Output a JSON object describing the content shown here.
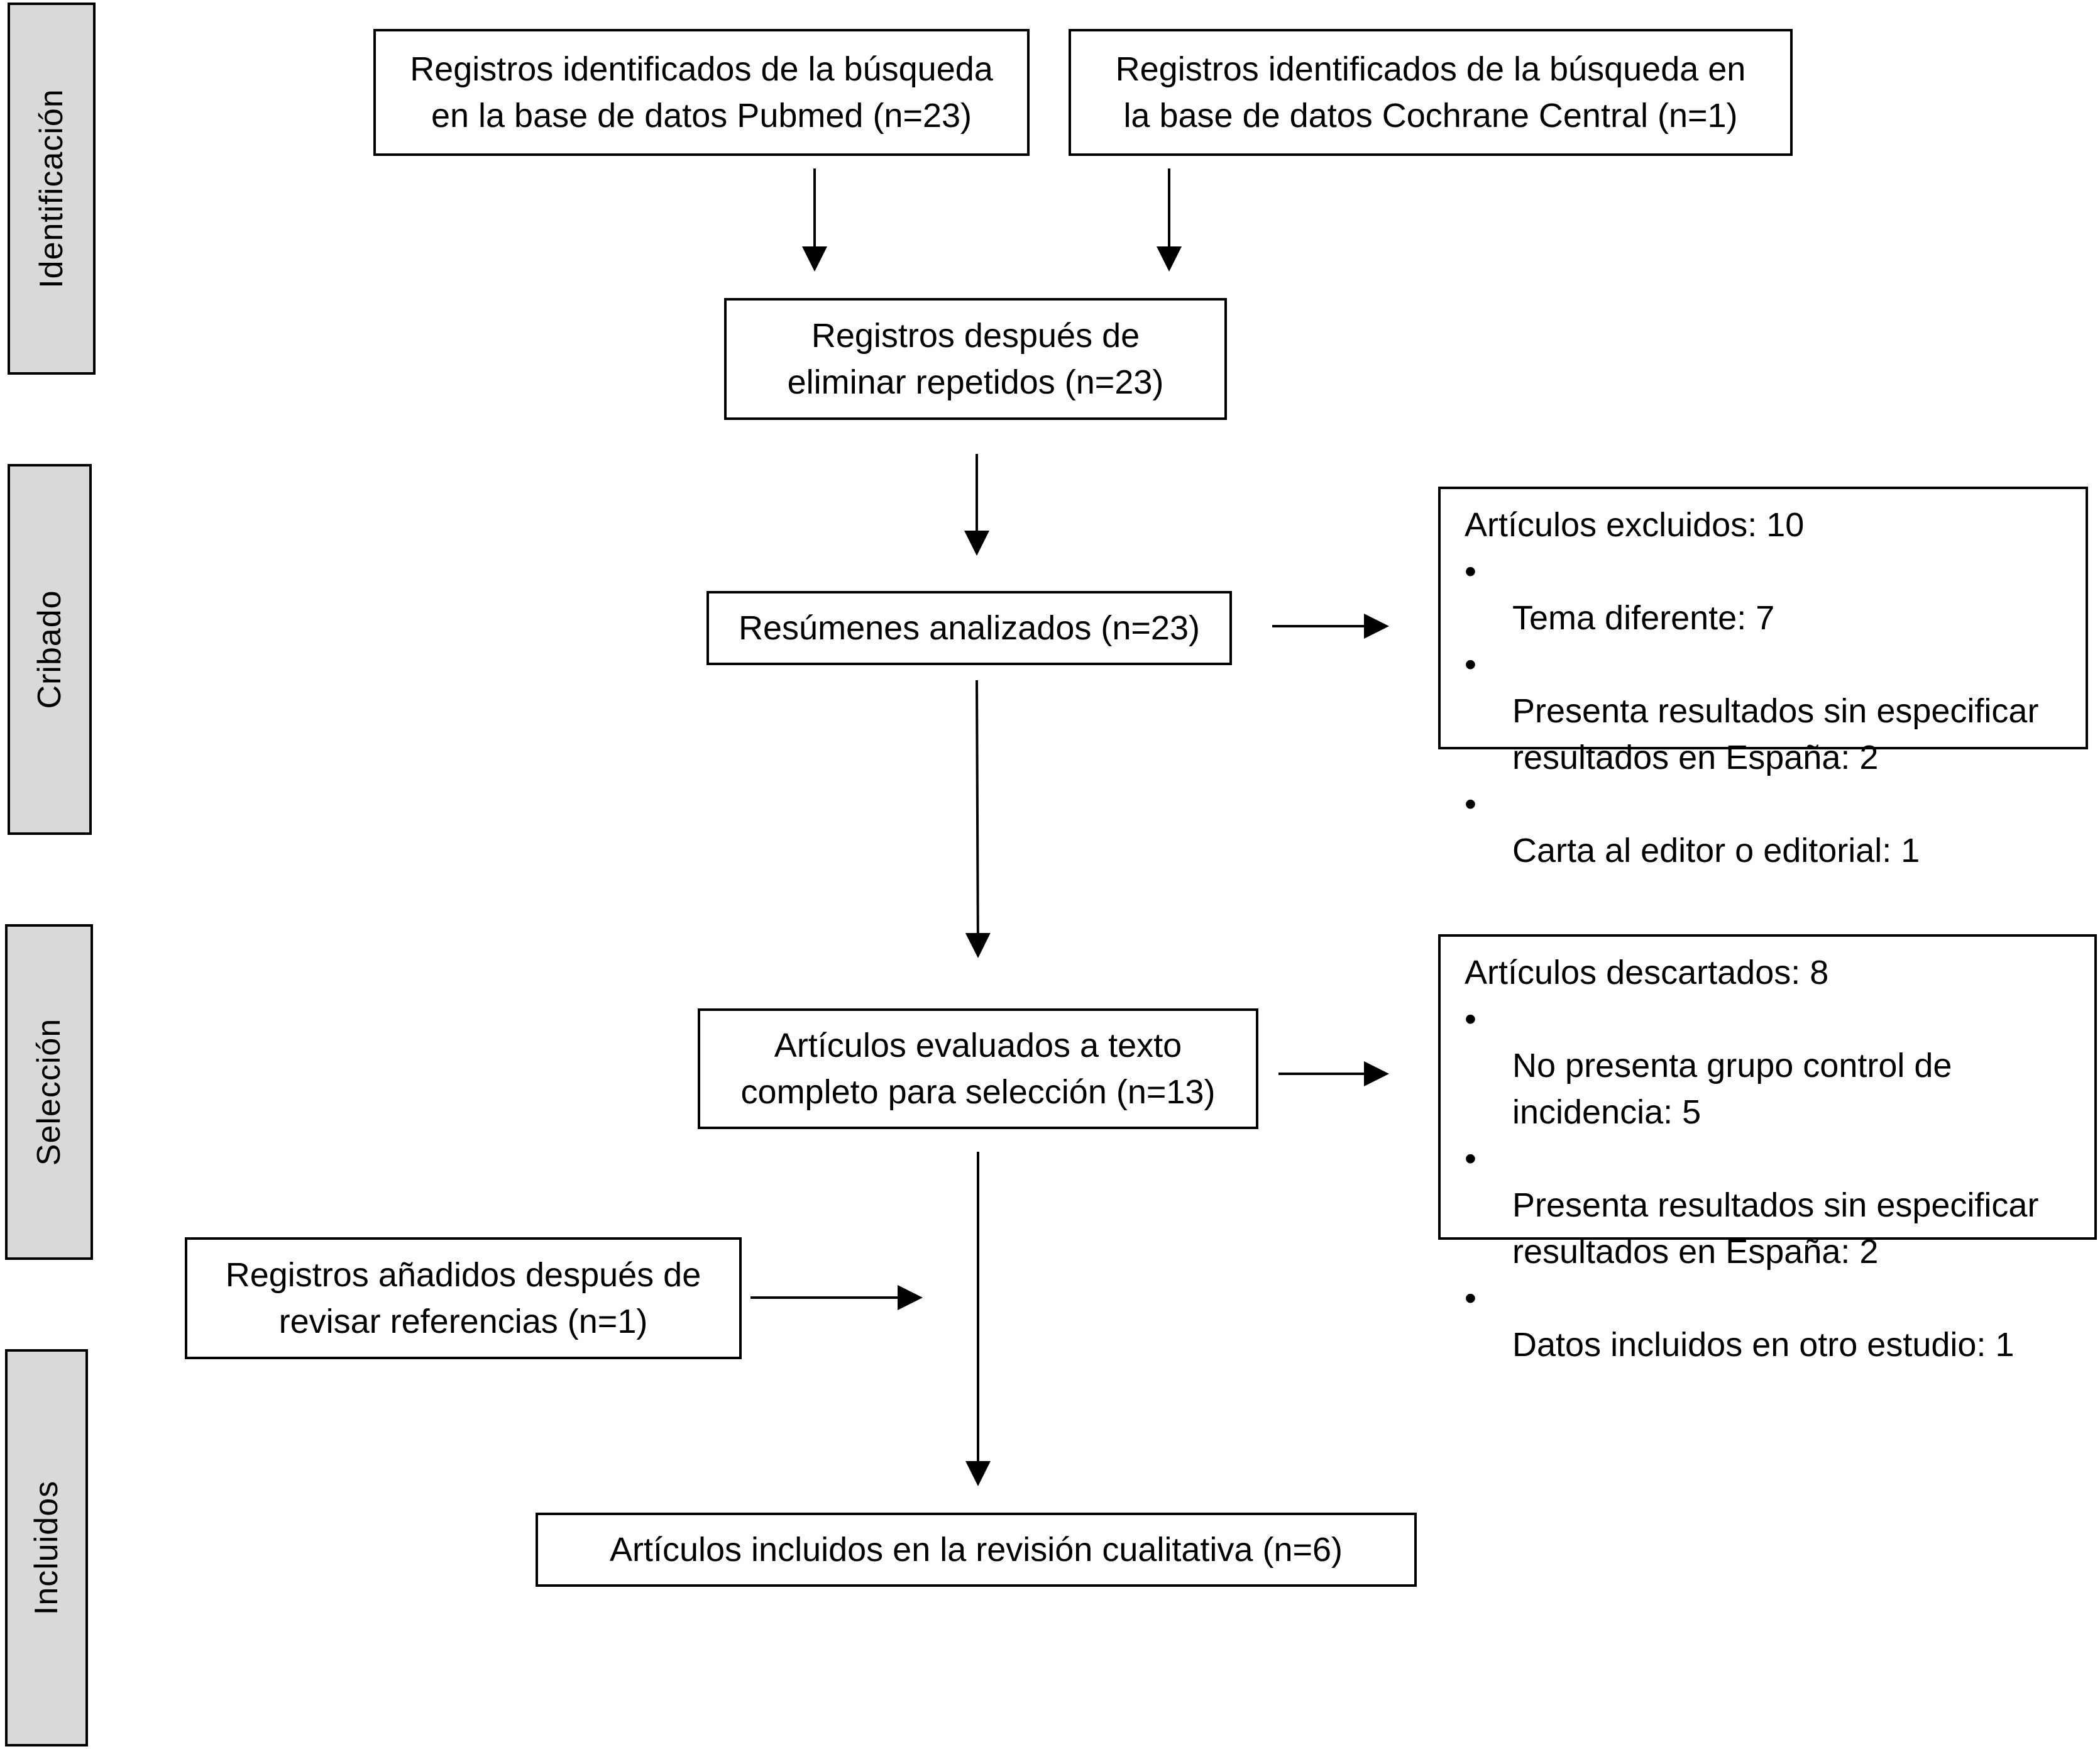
{
  "stages": {
    "identificacion": "Identificación",
    "cribado": "Cribado",
    "seleccion": "Selección",
    "incluidos": "Incluidos"
  },
  "boxes": {
    "pubmed": "Registros identificados de la búsqueda\nen la base de datos Pubmed (n=23)",
    "cochrane": "Registros identificados de la búsqueda en\nla base de datos Cochrane Central (n=1)",
    "after_duplicates": "Registros después de\neliminar repetidos (n=23)",
    "abstracts": "Resúmenes analizados (n=23)",
    "fulltext": "Artículos evaluados a texto\ncompleto para selección (n=13)",
    "added": "Registros añadidos después de\nrevisar referencias (n=1)",
    "included": "Artículos incluidos en la revisión cualitativa (n=6)"
  },
  "excluded": {
    "heading": "Artículos excluidos: 10",
    "items": [
      "Tema diferente: 7",
      "Presenta resultados sin especificar\nresultados en España: 2",
      "Carta al editor o editorial: 1"
    ]
  },
  "discarded": {
    "heading": "Artículos descartados: 8",
    "items": [
      "No presenta grupo control de\nincidencia: 5",
      "Presenta resultados sin especificar\nresultados en España: 2",
      "Datos incluidos en otro estudio: 1"
    ]
  },
  "bullet_glyph": "•"
}
